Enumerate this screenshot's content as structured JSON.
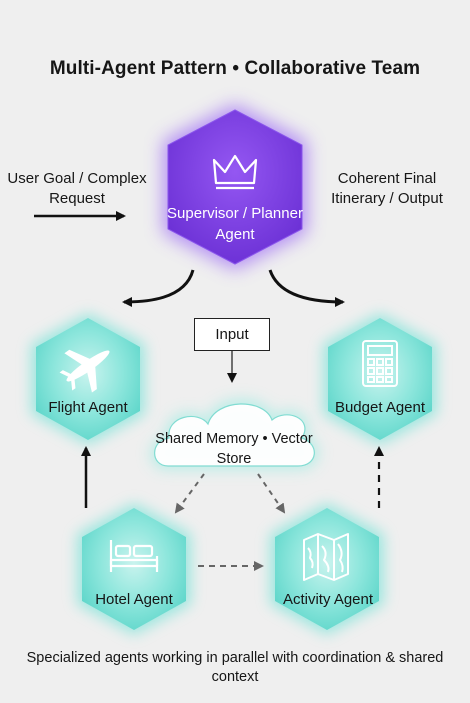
{
  "title": "Multi-Agent Pattern • Collaborative Team",
  "input_label": "User Goal / Complex Request",
  "output_label": "Coherent Final Itinerary / Output",
  "supervisor": {
    "label": "Supervisor / Planner Agent",
    "icon": "crown-icon",
    "color": "#7b3fe4"
  },
  "input_box": "Input",
  "shared_memory": "Shared Memory • Vector Store",
  "agents": {
    "flight": {
      "label": "Flight Agent",
      "icon": "airplane-icon"
    },
    "budget": {
      "label": "Budget Agent",
      "icon": "calculator-icon"
    },
    "hotel": {
      "label": "Hotel Agent",
      "icon": "bed-icon"
    },
    "activity": {
      "label": "Activity Agent",
      "icon": "map-icon"
    }
  },
  "agent_color": "#5fd8cc",
  "footer": "Specialized agents working in parallel with coordination & shared context"
}
